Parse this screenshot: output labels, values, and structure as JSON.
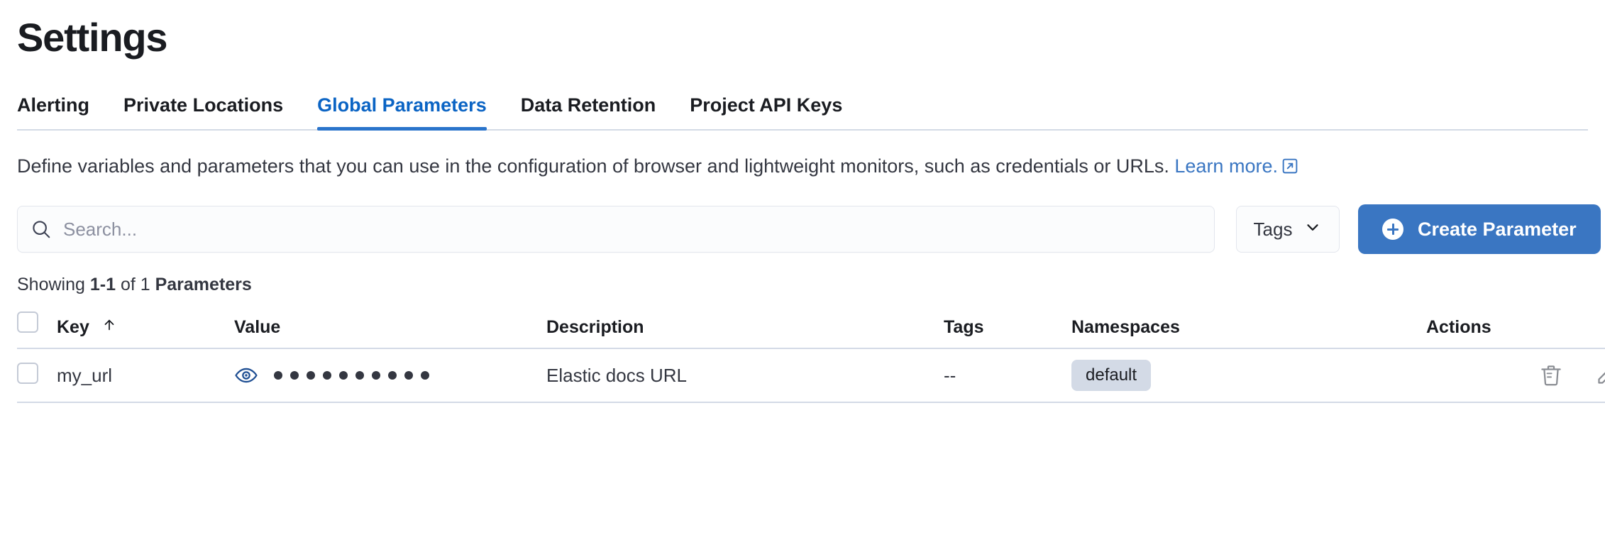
{
  "page": {
    "title": "Settings"
  },
  "tabs": [
    {
      "label": "Alerting",
      "active": false
    },
    {
      "label": "Private Locations",
      "active": false
    },
    {
      "label": "Global Parameters",
      "active": true
    },
    {
      "label": "Data Retention",
      "active": false
    },
    {
      "label": "Project API Keys",
      "active": false
    }
  ],
  "description": {
    "text": "Define variables and parameters that you can use in the configuration of browser and lightweight monitors, such as credentials or URLs.",
    "link_text": "Learn more.",
    "link_icon": "external-link-icon"
  },
  "toolbar": {
    "search_placeholder": "Search...",
    "search_value": "",
    "search_icon": "search-icon",
    "tags_label": "Tags",
    "tags_chevron_icon": "chevron-down-icon",
    "create_label": "Create Parameter",
    "create_icon": "plus-circle-icon",
    "accent_color": "#3a76c2"
  },
  "results": {
    "prefix": "Showing ",
    "range": "1-1",
    "middle": " of 1 ",
    "noun": "Parameters"
  },
  "table": {
    "select_all_checkbox": false,
    "columns": [
      {
        "label": "",
        "name": "select"
      },
      {
        "label": "Key",
        "name": "key",
        "sorted": "asc",
        "sort_icon": "arrow-up-icon"
      },
      {
        "label": "Value",
        "name": "value"
      },
      {
        "label": "Description",
        "name": "description"
      },
      {
        "label": "Tags",
        "name": "tags"
      },
      {
        "label": "Namespaces",
        "name": "namespaces"
      },
      {
        "label": "Actions",
        "name": "actions"
      }
    ],
    "rows": [
      {
        "selected": false,
        "key": "my_url",
        "value_masked_dots": 10,
        "value_toggle_icon": "eye-icon",
        "description": "Elastic docs URL",
        "tags": "--",
        "namespaces": [
          "default"
        ],
        "actions": [
          "trash-icon",
          "pencil-icon"
        ]
      }
    ]
  }
}
